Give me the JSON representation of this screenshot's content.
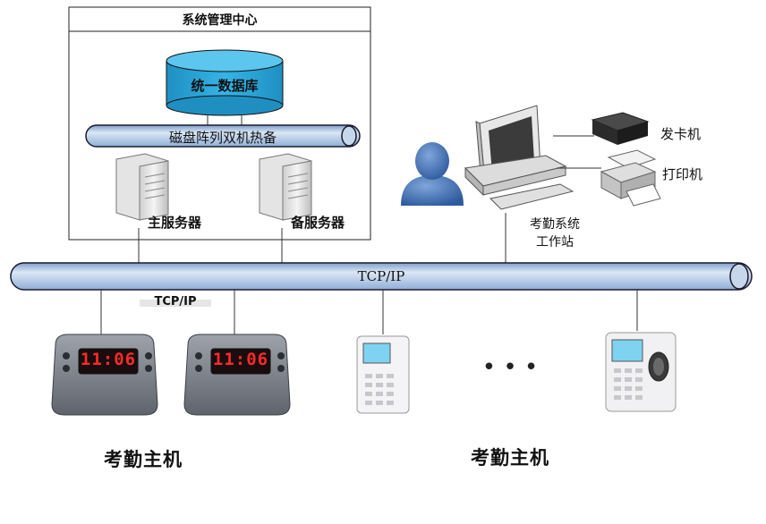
{
  "center": {
    "title": "系统管理中心",
    "database_label": "统一数据库",
    "raid_label": "磁盘阵列双机热备",
    "primary_server_label": "主服务器",
    "backup_server_label": "备服务器"
  },
  "workstation": {
    "label_line1": "考勤系统",
    "label_line2": "工作站",
    "card_issuer_label": "发卡机",
    "printer_label": "打印机"
  },
  "network": {
    "main_bus_label": "TCP/IP",
    "sub_label": "TCP/IP"
  },
  "devices": {
    "clock_display_1": "11:06",
    "clock_display_2": "11:06",
    "ellipsis": "• • •",
    "left_group_label": "考勤主机",
    "right_group_label": "考勤主机"
  },
  "colors": {
    "tube_fill": "#a9c3e4",
    "tube_stroke": "#1a1a2e",
    "database_fill": "#2fa8d8",
    "person": "#3f6fb3"
  }
}
